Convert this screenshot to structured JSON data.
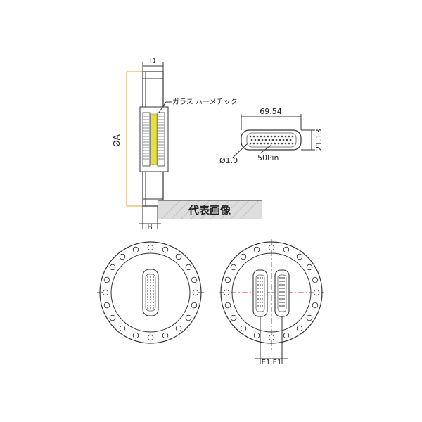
{
  "labels": {
    "dim_d": "D",
    "dim_b": "B",
    "dim_a": "ØA",
    "callout_glass": "ガラス ハーメチック",
    "width": "69.54",
    "height": "21.13",
    "diameter": "Ø1.0",
    "pins": "50Pin",
    "stamp": "代表画像",
    "e1_left": "E1",
    "e1_right": "E1"
  },
  "colors": {
    "line": "#333333",
    "dimension": "#e0a040",
    "glass": "#e8e030",
    "centerline": "#d03030",
    "hatch": "#cccccc"
  }
}
